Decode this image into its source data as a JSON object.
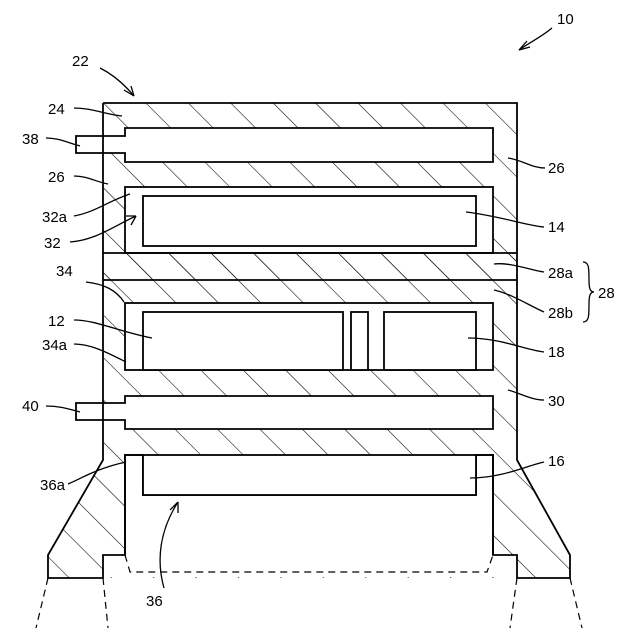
{
  "labels": {
    "l10": "10",
    "l22": "22",
    "l24": "24",
    "l38": "38",
    "l26_left": "26",
    "l26_right": "26",
    "l32a": "32a",
    "l32": "32",
    "l14": "14",
    "l28a": "28a",
    "l28": "28",
    "l28b": "28b",
    "l34": "34",
    "l12": "12",
    "l34a": "34a",
    "l18": "18",
    "l40": "40",
    "l30": "30",
    "l16": "16",
    "l36a": "36a",
    "l36": "36"
  },
  "colors": {
    "ink": "#000000",
    "paper": "#ffffff"
  }
}
